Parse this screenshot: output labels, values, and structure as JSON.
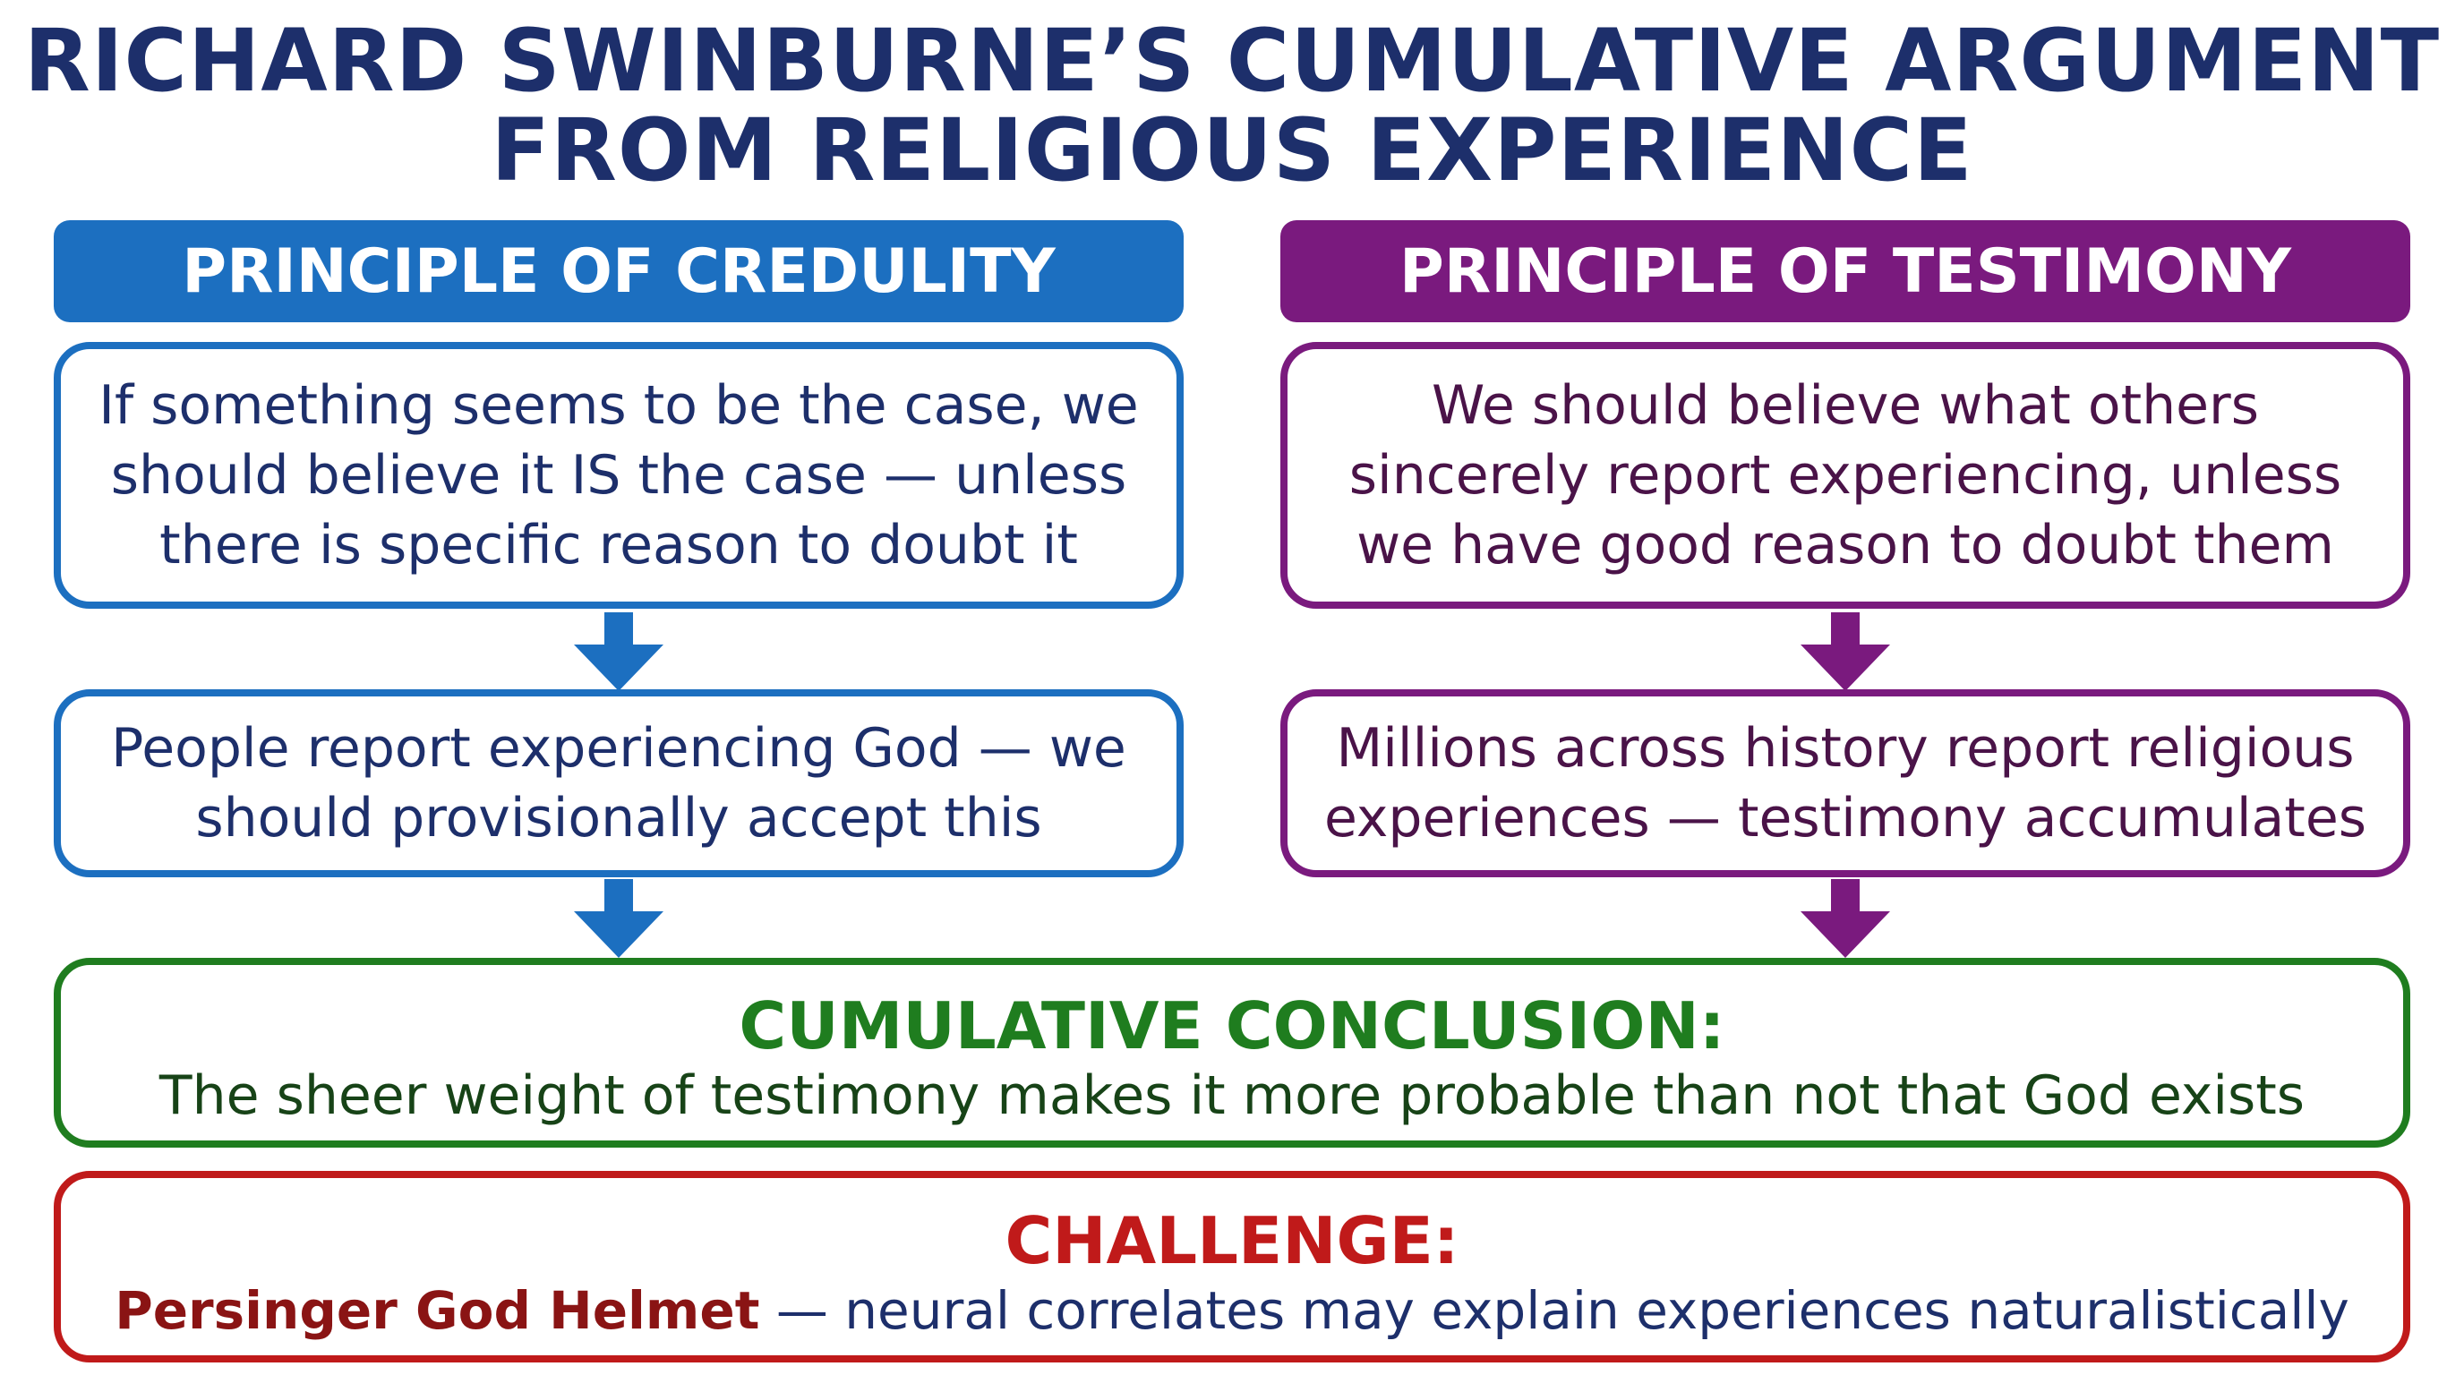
{
  "title": {
    "line1": "RICHARD SWINBURNE’S CUMULATIVE ARGUMENT",
    "line2": "FROM RELIGIOUS EXPERIENCE"
  },
  "credulity": {
    "header": "PRINCIPLE OF CREDULITY",
    "premise": "If something seems to be the case, we should believe it IS the case — unless there is specific reason to doubt it",
    "application": "People report experiencing God — we should provisionally accept this"
  },
  "testimony": {
    "header": "PRINCIPLE OF TESTIMONY",
    "premise": "We should believe what others sincerely report experiencing, unless we have good reason to doubt them",
    "application": "Millions across history report religious experiences — testimony accumulates"
  },
  "conclusion": {
    "heading": "CUMULATIVE CONCLUSION:",
    "text": "The sheer weight of testimony makes it more probable than not that God exists"
  },
  "challenge": {
    "heading": "CHALLENGE:",
    "subject": "Persinger God Helmet",
    "text": " — neural correlates may explain experiences naturalistically"
  },
  "colors": {
    "title": "#1d2f6b",
    "credulity": "#1c6fc0",
    "testimony": "#7a1a7e",
    "conclusion": "#1f7d1f",
    "challenge": "#c01a1a"
  }
}
